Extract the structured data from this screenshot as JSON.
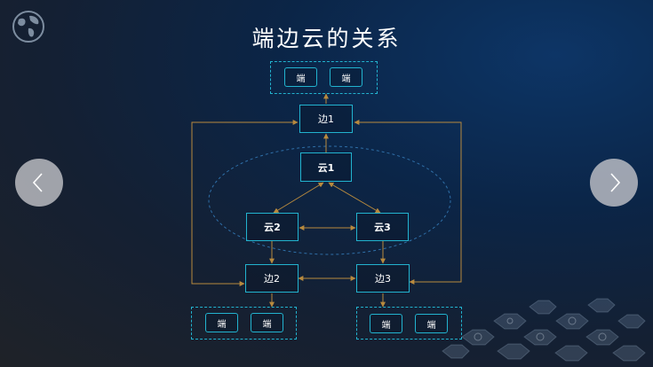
{
  "title": "端边云的关系",
  "nodes": {
    "edge1": "边1",
    "edge2": "边2",
    "edge3": "边3",
    "cloud1": "云1",
    "cloud2": "云2",
    "cloud3": "云3"
  },
  "terminal_label": "端",
  "terminal_groups": {
    "top": [
      "端",
      "端"
    ],
    "bottom_left": [
      "端",
      "端"
    ],
    "bottom_right": [
      "端",
      "端"
    ]
  },
  "colors": {
    "node_border": "#22b3cf",
    "arrow_brown": "#b88a3e",
    "ellipse": "#2f6fa8"
  },
  "icons": [
    "globe-icon",
    "chevron-left-icon",
    "chevron-right-icon"
  ]
}
